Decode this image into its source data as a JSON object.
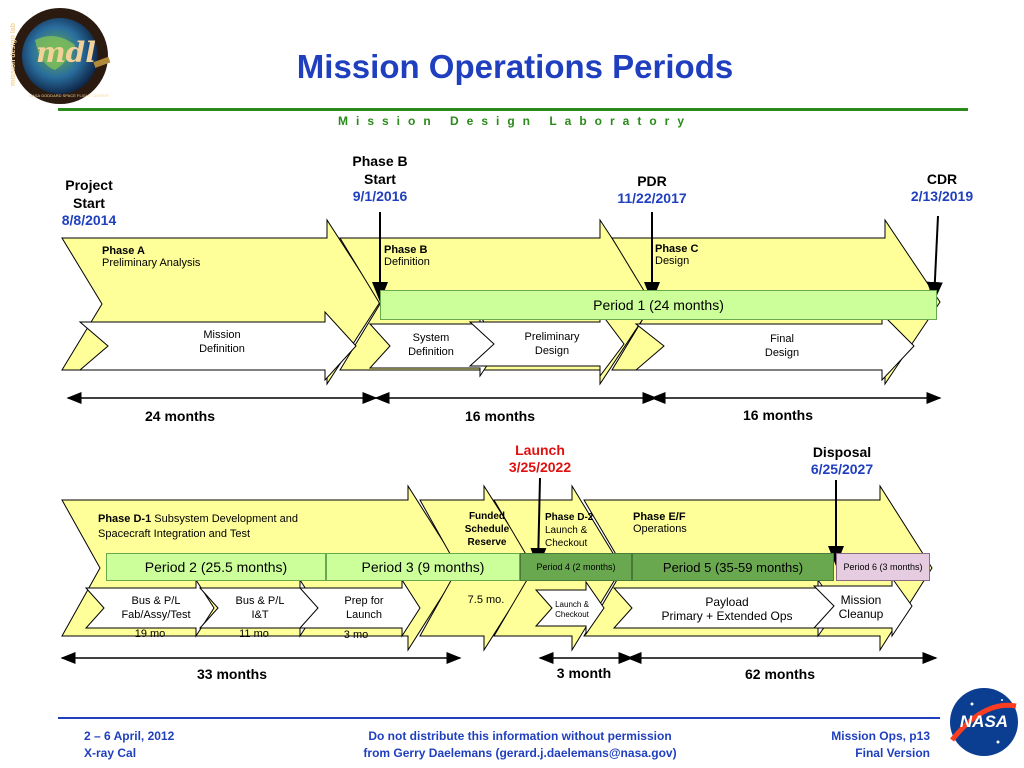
{
  "header": {
    "title": "Mission Operations Periods",
    "subtitle": "Mission Design Laboratory",
    "logo_text": "mdl",
    "logo_ring_text": "mission design lab",
    "logo_bottom_text": "NASA GODDARD SPACE FLIGHT CENTER"
  },
  "milestones": {
    "project_start": {
      "line1": "Project",
      "line2": "Start",
      "date": "8/8/2014"
    },
    "phase_b_start": {
      "line1": "Phase B",
      "line2": "Start",
      "date": "9/1/2016"
    },
    "pdr": {
      "line1": "PDR",
      "date": "11/22/2017"
    },
    "cdr": {
      "line1": "CDR",
      "date": "2/13/2019"
    },
    "launch": {
      "line1": "Launch",
      "date": "3/25/2022"
    },
    "disposal": {
      "line1": "Disposal",
      "date": "6/25/2027"
    }
  },
  "phases_top": {
    "phase_a": {
      "title": "Phase A",
      "sub": "Preliminary Analysis"
    },
    "phase_b": {
      "title": "Phase B",
      "sub": "Definition"
    },
    "phase_c": {
      "title": "Phase C",
      "sub": "Design"
    }
  },
  "sub_top": {
    "mission_def": {
      "line1": "Mission",
      "line2": "Definition"
    },
    "system_def": {
      "line1": "System",
      "line2": "Definition"
    },
    "prelim_design": {
      "line1": "Preliminary",
      "line2": "Design"
    },
    "final_design": {
      "line1": "Final",
      "line2": "Design"
    }
  },
  "periods": {
    "p1": "Period 1  (24 months)",
    "p2": "Period 2 (25.5 months)",
    "p3": "Period 3 (9 months)",
    "p4": "Period 4 (2 months)",
    "p5": "Period 5 (35-59 months)",
    "p6": "Period 6 (3 months)"
  },
  "durations": {
    "d1": "24 months",
    "d2": "16 months",
    "d3": "16 months",
    "d4": "33 months",
    "d5": "3 month",
    "d6": "62 months"
  },
  "phases_bottom": {
    "phase_d1": {
      "title": "Phase D-1",
      "sub_rest": " Subsystem Development and",
      "sub2": "Spacecraft Integration and Test"
    },
    "funded": {
      "line1": "Funded",
      "line2": "Schedule",
      "line3": "Reserve"
    },
    "phase_d2": {
      "title": "Phase D-2",
      "line2": "Launch &",
      "line3": "Checkout"
    },
    "phase_ef": {
      "title": "Phase E/F",
      "sub": "Operations"
    }
  },
  "sub_bottom": {
    "bus_fab": {
      "line1": "Bus & P/L",
      "line2": "Fab/Assy/Test",
      "mo": "19 mo"
    },
    "bus_it": {
      "line1": "Bus & P/L",
      "line2": "I&T",
      "mo": "11 mo"
    },
    "prep_launch": {
      "line1": "Prep for",
      "line2": "Launch",
      "mo": "3 mo"
    },
    "reserve_mo": "7.5 mo.",
    "launch_checkout": {
      "line1": "Launch &",
      "line2": "Checkout"
    },
    "payload": {
      "line1": "Payload",
      "line2": "Primary + Extended Ops"
    },
    "mission_cleanup": {
      "line1": "Mission",
      "line2": "Cleanup"
    }
  },
  "footer": {
    "left1": "2 – 6 April, 2012",
    "left2": "X-ray Cal",
    "center1": "Do not distribute this information without permission",
    "center2": "from Gerry Daelemans (gerard.j.daelemans@nasa.gov)",
    "right1": "Mission Ops, p13",
    "right2": "Final Version",
    "nasa_logo": "NASA"
  },
  "colors": {
    "title_blue": "#1f3fbf",
    "rule_green": "#2a8a1a",
    "phase_yellow": "#ffff99",
    "period_green": "#ccff99",
    "period_dark_green": "#6aa84f",
    "period_mauve": "#e6cce0",
    "launch_red": "#e01010"
  }
}
